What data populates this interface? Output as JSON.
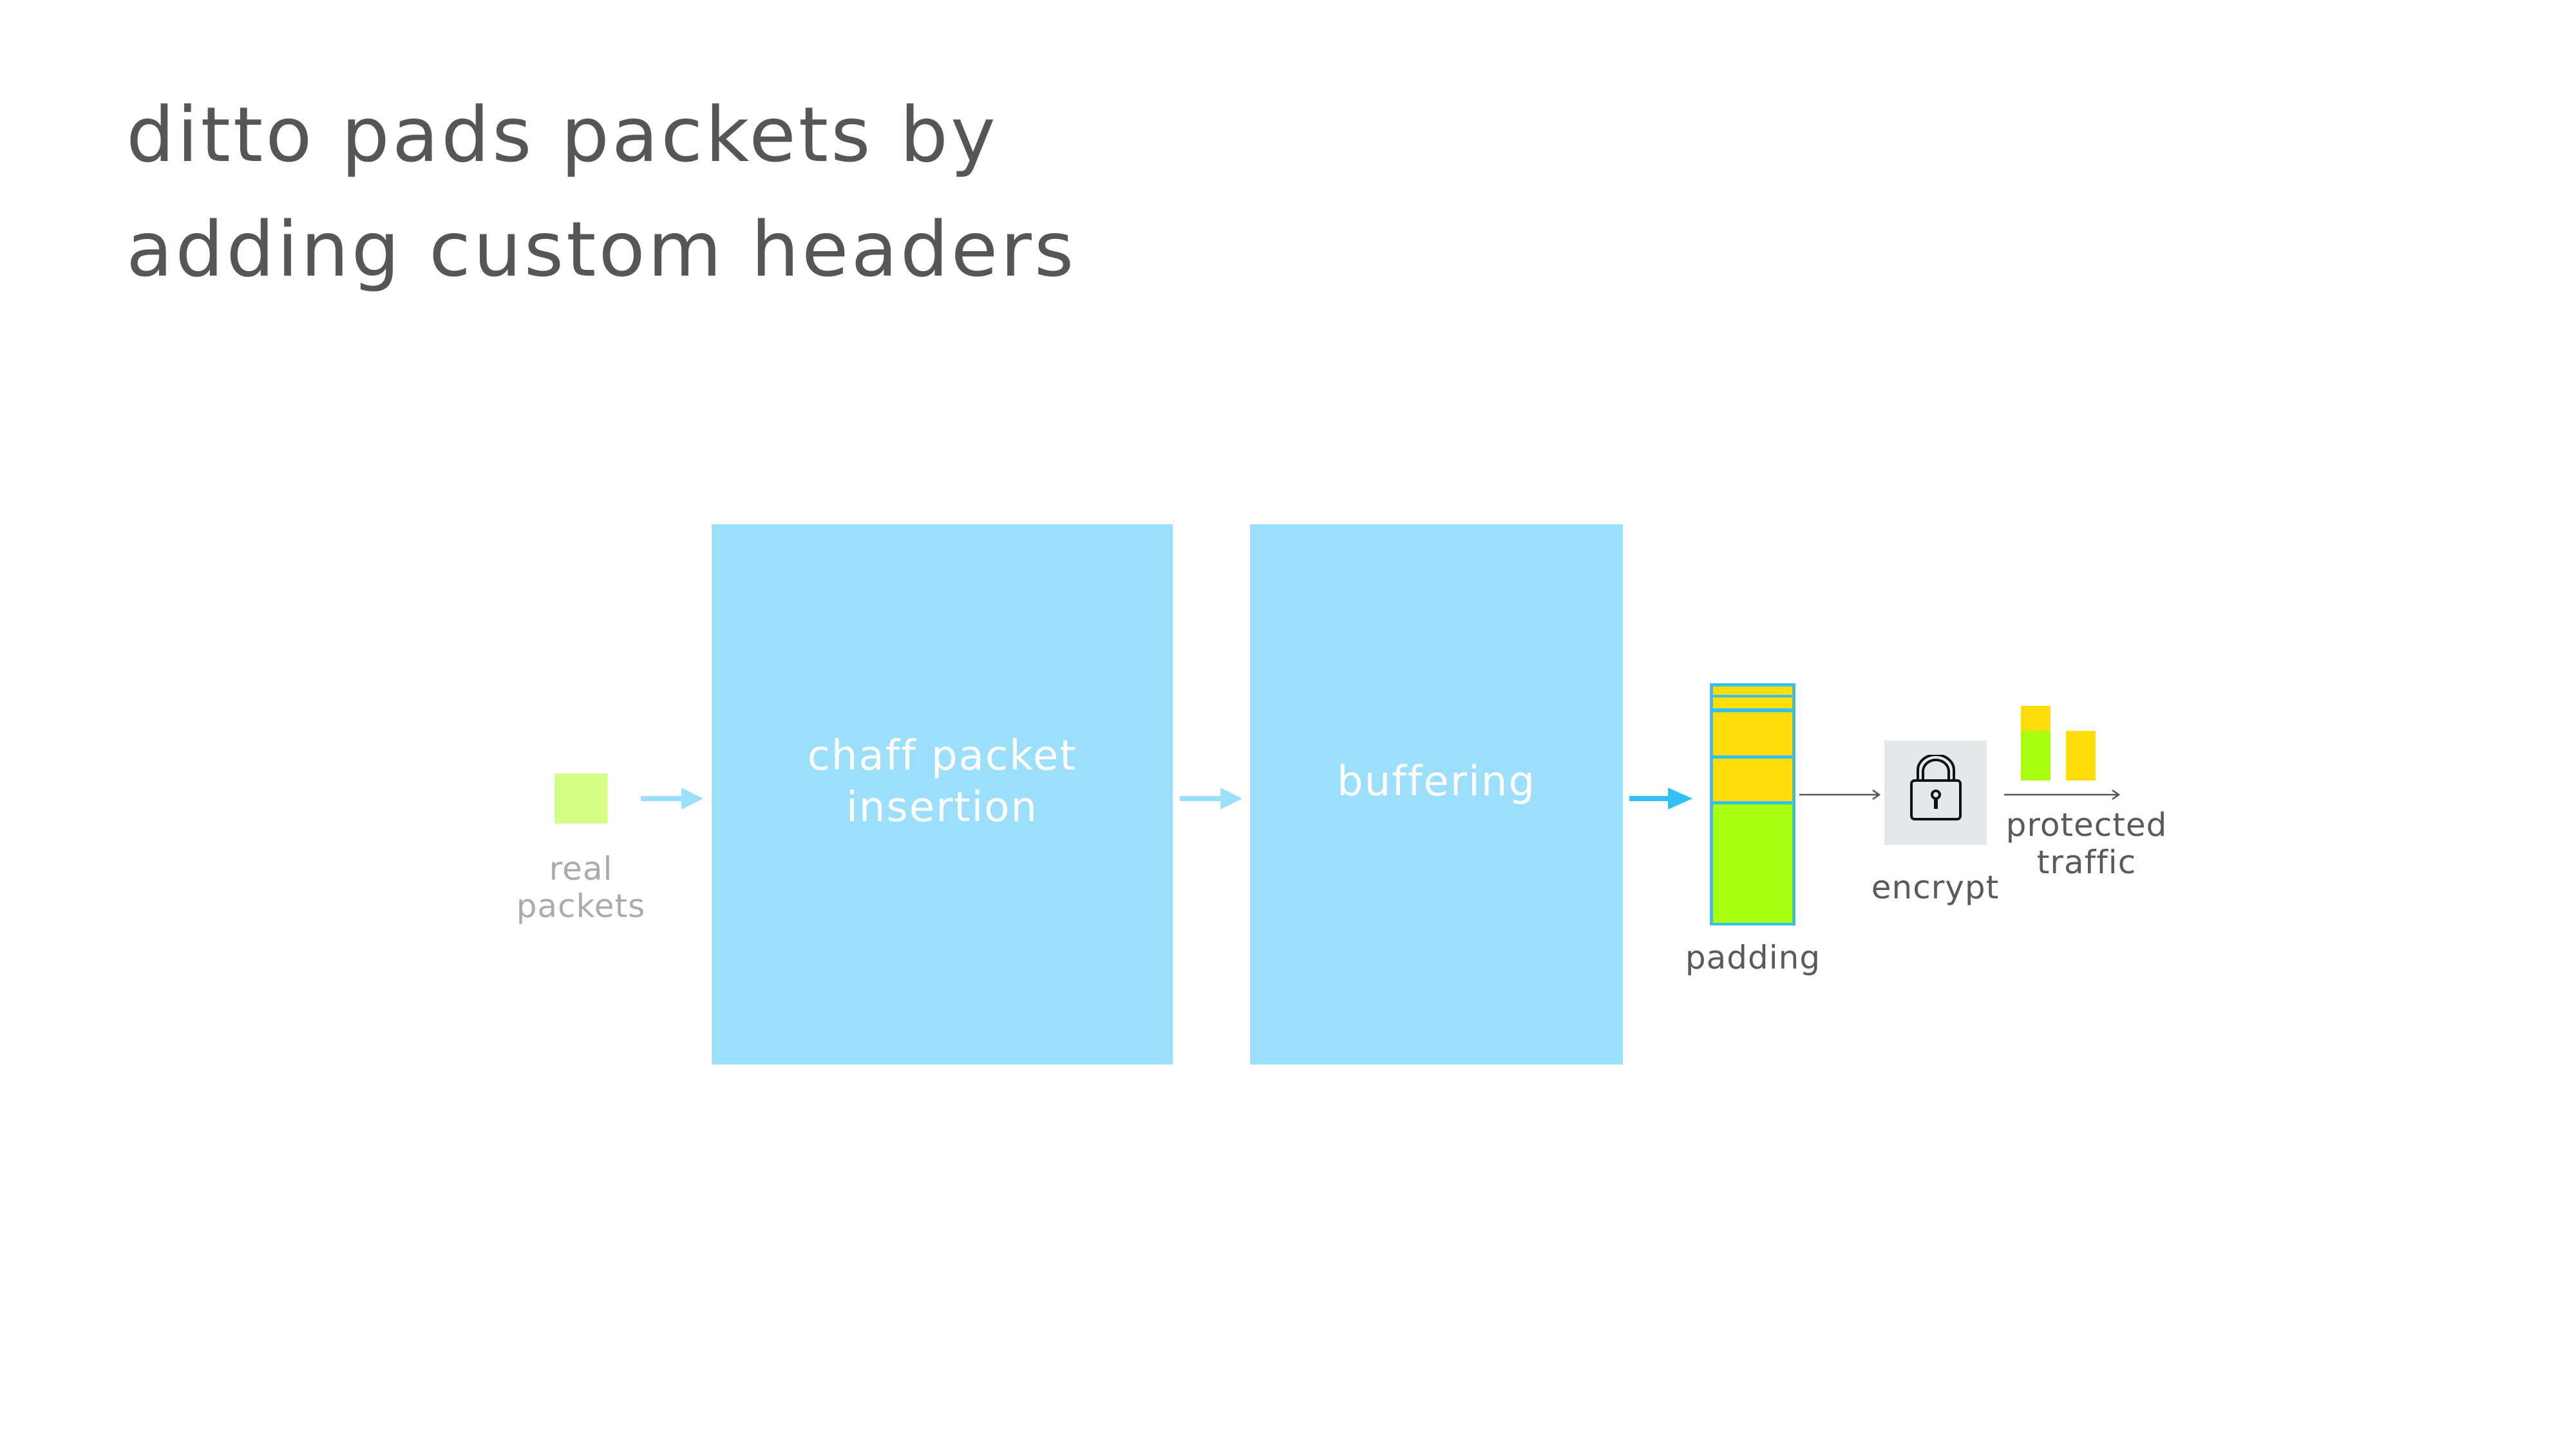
{
  "title": {
    "line1": "ditto pads packets by",
    "line2": "adding custom headers"
  },
  "diagram": {
    "input_label_line1": "real",
    "input_label_line2": "packets",
    "stage1_line1": "chaff packet",
    "stage1_line2": "insertion",
    "stage2": "buffering",
    "padding_label": "padding",
    "encrypt_label": "encrypt",
    "output_label_line1": "protected",
    "output_label_line2": "traffic",
    "encrypt_icon": "lock-icon"
  },
  "colors": {
    "stage_box": "#9cdffd",
    "real_packet": "#d5ff84",
    "padding_yellow": "#ffdd0a",
    "data_green": "#a8ff0f",
    "accent_blue": "#33c0f5",
    "encrypt_bg": "#e4e8e9"
  }
}
